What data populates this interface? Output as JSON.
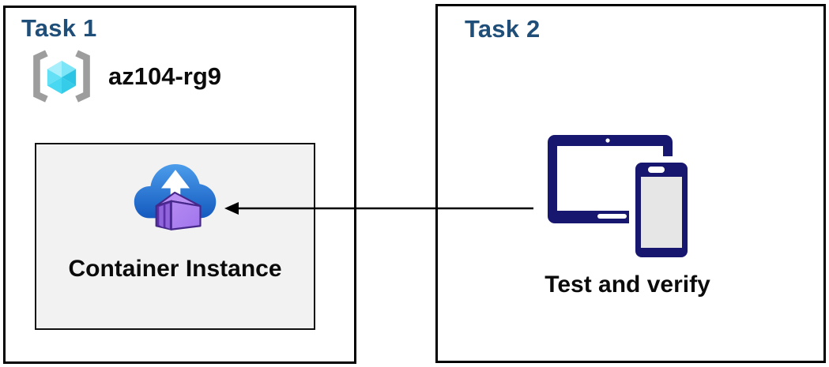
{
  "task1": {
    "title": "Task 1",
    "resource_group_name": "az104-rg9",
    "container_instance_label": "Container Instance"
  },
  "task2": {
    "title": "Task 2",
    "caption": "Test and verify"
  },
  "connector": {
    "direction": "right-to-left",
    "from": "tablet-phone-icon",
    "to": "container-instance-icon"
  },
  "colors": {
    "heading": "#1F4E79",
    "text": "#0B0B0B",
    "box_border": "#000000",
    "panel_bg": "#F2F2F2",
    "panel_border": "#111111",
    "arrow": "#000000",
    "device_navy": "#17176F",
    "device_screen": "#E6E6E6",
    "cloud_top": "#4C9DEB",
    "cloud_bottom": "#1459BF",
    "bracket_gray": "#9D9D9D",
    "cube_tl": "#A9EFFB",
    "cube_tr": "#7CE5F7",
    "cube_l": "#63E0F5",
    "cube_r": "#2BC4E4",
    "cube_bl": "#49D8F1",
    "cube_br": "#35CCE9",
    "purple_face": "#A175EC",
    "purple_face_light": "#B48AF2",
    "purple_top": "#BA90F3",
    "purple_dark": "#5C2EA8",
    "purple_plank": "#9065DB",
    "purple_outline": "#46288A"
  }
}
